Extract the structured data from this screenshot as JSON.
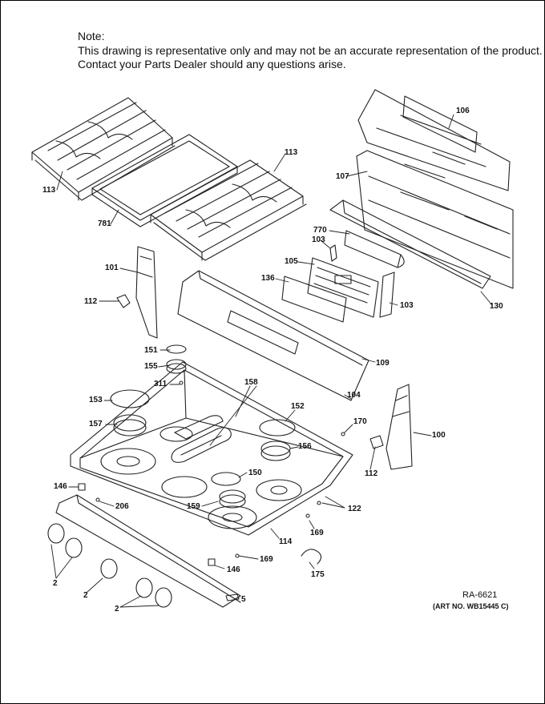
{
  "note": {
    "heading": "Note:",
    "line1": "This drawing is representative only and may not be an accurate representation of the product.",
    "line2": "Contact your Parts Dealer should any questions arise."
  },
  "callouts": {
    "p106": "106",
    "p107": "107",
    "p113a": "113",
    "p113b": "113",
    "p781": "781",
    "p770": "770",
    "p103a": "103",
    "p103b": "103",
    "p105": "105",
    "p136": "136",
    "p130": "130",
    "p101": "101",
    "p112a": "112",
    "p151": "151",
    "p155": "155",
    "p311": "311",
    "p109": "109",
    "p158": "158",
    "p104": "104",
    "p153": "153",
    "p152": "152",
    "p170": "170",
    "p157": "157",
    "p156": "156",
    "p100": "100",
    "p112b": "112",
    "p150": "150",
    "p146a": "146",
    "p206": "206",
    "p159": "159",
    "p122": "122",
    "p169a": "169",
    "p114": "114",
    "p169b": "169",
    "p146b": "146",
    "p175": "175",
    "p2a": "2",
    "p2b": "2",
    "p2c": "2",
    "p5": "5"
  },
  "drawing_ref": "RA-6621",
  "art_no": "(ART NO. WB15445 C)"
}
